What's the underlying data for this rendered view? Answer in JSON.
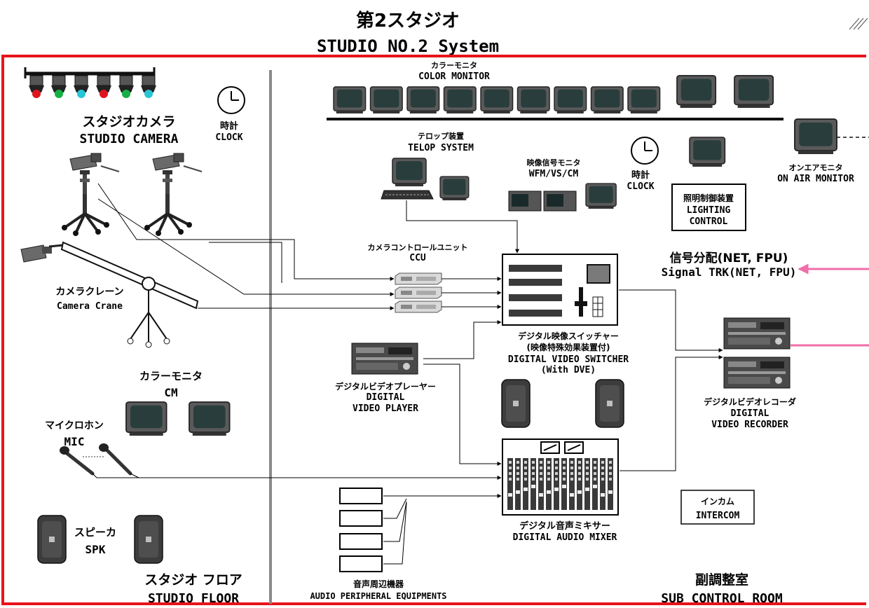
{
  "title_jp": "第2スタジオ",
  "title_en": "STUDIO  NO.2  System",
  "colors": {
    "frame": "#e8141b",
    "divider": "#8a8a8a",
    "signal": "#f06eaa",
    "line": "#000000",
    "monitor_body": "#5a5a5a",
    "screen": "#2a3d3d"
  },
  "lights": {
    "colors": [
      "#e0141b",
      "#16b043",
      "#27c6d6",
      "#e0141b",
      "#16b043",
      "#27c6d6"
    ]
  },
  "labels": {
    "color_monitor_top_jp": "カラーモニタ",
    "color_monitor_top_en": "COLOR MONITOR",
    "clock_jp": "時計",
    "clock_en": "CLOCK",
    "studio_camera_jp": "スタジオカメラ",
    "studio_camera_en": "STUDIO CAMERA",
    "telop_jp": "テロップ装置",
    "telop_en": "TELOP SYSTEM",
    "wfm_jp": "映像信号モニタ",
    "wfm_en": "WFM/VS/CM",
    "on_air_jp": "オンエアモニタ",
    "on_air_en": "ON AIR MONITOR",
    "lighting_jp": "照明制御装置",
    "lighting_en1": "LIGHTING",
    "lighting_en2": "CONTROL",
    "ccu_jp": "カメラコントロールユニット",
    "ccu_en": "CCU",
    "signal_jp": "信号分配(NET, FPU)",
    "signal_en": "Signal TRK(NET, FPU)",
    "crane_jp": "カメラクレーン",
    "crane_en": "Camera  Crane",
    "switcher_jp1": "デジタル映像スイッチャー",
    "switcher_jp2": "(映像特殊効果装置付)",
    "switcher_en1": "DIGITAL VIDEO SWITCHER",
    "switcher_en2": "(With DVE)",
    "player_jp": "デジタルビデオプレーヤー",
    "player_en1": "DIGITAL",
    "player_en2": "VIDEO PLAYER",
    "recorder_jp": "デジタルビデオレコーダ",
    "recorder_en1": "DIGITAL",
    "recorder_en2": "VIDEO RECORDER",
    "cm_jp": "カラーモニタ",
    "cm_en": "CM",
    "mic_jp": "マイクロホン",
    "mic_en": "MIC",
    "intercom_jp": "インカム",
    "intercom_en": "INTERCOM",
    "mixer_jp": "デジタル音声ミキサー",
    "mixer_en": "DIGITAL AUDIO MIXER",
    "spk_jp": "スピーカ",
    "spk_en": "SPK",
    "floor_jp": "スタジオ フロア",
    "floor_en": "STUDIO FLOOR",
    "audio_jp": "音声周辺機器",
    "audio_en": "AUDIO PERIPHERAL EQUIPMENTS",
    "subctrl_jp": "副調整室",
    "subctrl_en": "SUB CONTROL ROOM"
  }
}
